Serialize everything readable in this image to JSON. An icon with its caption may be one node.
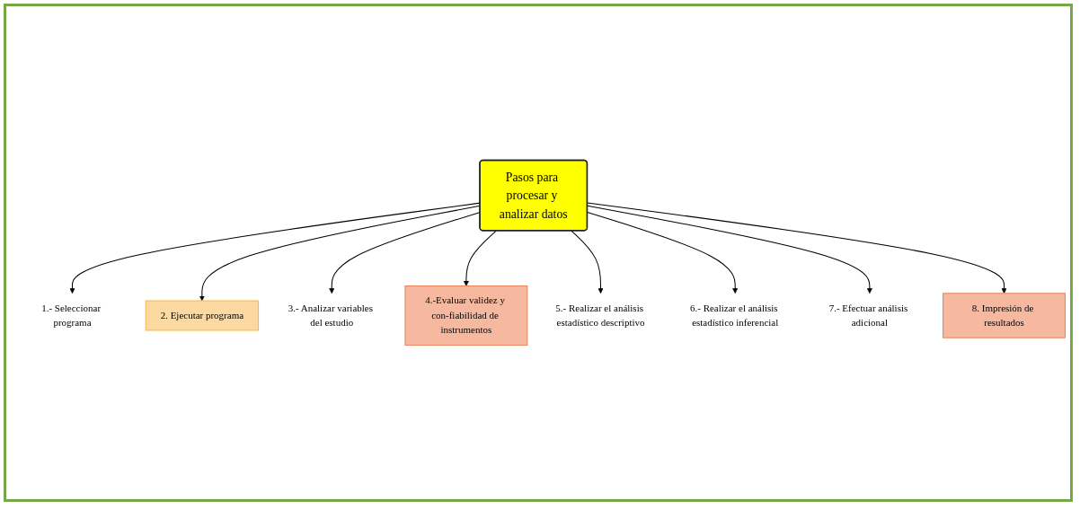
{
  "diagram": {
    "nodes": [
      {
        "text": [
          "Pasos para procesar y analizar datos"
        ]
      },
      {
        "text": [
          "1.- Seleccionar programa"
        ]
      },
      {
        "text": [
          "2. Ejecutar programa"
        ]
      },
      {
        "text": [
          "3.- Analizar variables del estudio"
        ]
      },
      {
        "text": [
          "4.-Evaluar validez y con-fiabilidad de instrumentos"
        ]
      },
      {
        "text": [
          "5.- Realizar el análisis estadístico descriptivo"
        ]
      },
      {
        "text": [
          "6.- Realizar el análisis estadístico inferencial"
        ]
      },
      {
        "text": [
          "7.- Efectuar análisis adicional"
        ]
      },
      {
        "text": [
          "8. Impresión de resultados"
        ]
      }
    ],
    "edges": [
      {
        "from": 0,
        "to": 1,
        "arrow": "to"
      },
      {
        "from": 0,
        "to": 2,
        "arrow": "to"
      },
      {
        "from": 0,
        "to": 3,
        "arrow": "to"
      },
      {
        "from": 0,
        "to": 4,
        "arrow": "to"
      },
      {
        "from": 0,
        "to": 5,
        "arrow": "to"
      },
      {
        "from": 0,
        "to": 6,
        "arrow": "to"
      },
      {
        "from": 0,
        "to": 7,
        "arrow": "to"
      },
      {
        "from": 0,
        "to": 8,
        "arrow": "to"
      }
    ]
  }
}
